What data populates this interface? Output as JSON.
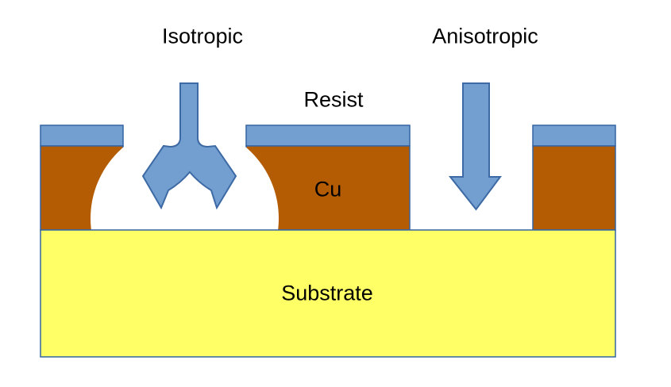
{
  "diagram": {
    "title": "Isotropic vs anisotropic etching schematic",
    "labels": {
      "isotropic": "Isotropic",
      "anisotropic": "Anisotropic",
      "resist": "Resist",
      "cu": "Cu",
      "substrate": "Substrate"
    },
    "colors": {
      "resist_fill": "#729fcf",
      "arrow_fill": "#729fcf",
      "cu_fill": "#b45c04",
      "substrate_fill": "#ffff66",
      "outline": "#3465a4",
      "cavity": "#ffffff",
      "background": "#ffffff",
      "text": "#000000"
    }
  }
}
